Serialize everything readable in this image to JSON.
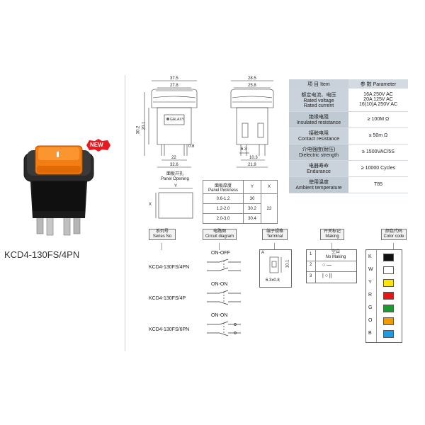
{
  "product": {
    "model": "KCD4-130FS/4PN",
    "badge": "NEW"
  },
  "dimensions": {
    "front_top_outer": "37.5",
    "front_top_inner": "27.8",
    "front_height": "30.2",
    "front_body_height": "20.1",
    "front_pin_gap": "0.8",
    "front_base": "22",
    "front_base_outer": "32.6",
    "side_top_outer": "28.5",
    "side_top_inner": "25.8",
    "side_pin": "6.3",
    "side_base": "10.3",
    "side_base_outer": "21.9",
    "logo_text": "GALAXY"
  },
  "panel_opening": {
    "title_cn": "面板开孔",
    "title_en": "Panel Opening",
    "y_label": "Y",
    "x_label": "X"
  },
  "panel_table": {
    "header_cn": "面板厚度",
    "header_en": "Panel thickness",
    "col_y": "Y",
    "col_x": "X",
    "rows": [
      {
        "thickness": "0.6-1.2",
        "y": "30"
      },
      {
        "thickness": "1.2-2.0",
        "y": "30.2"
      },
      {
        "thickness": "2.0-3.0",
        "y": "30.4"
      }
    ],
    "x_value": "22"
  },
  "spec_table": {
    "item_header": "项 目  Item",
    "param_header": "参 数  Parameter",
    "rows": [
      {
        "label_cn": "额定电流、电压",
        "label_en": [
          "Rated voltage",
          "Rated current"
        ],
        "values": [
          "16A 250V AC",
          "20A 125V AC",
          "16(10)A 250V AC"
        ]
      },
      {
        "label_cn": "绝缘电阻",
        "label_en": [
          "Insulated resistance"
        ],
        "values": [
          "≥ 100M Ω"
        ]
      },
      {
        "label_cn": "接触电阻",
        "label_en": [
          "Contact resistance"
        ],
        "values": [
          "≤ 50m Ω"
        ]
      },
      {
        "label_cn": "介电强度(耐压)",
        "label_en": [
          "Dielectric strength"
        ],
        "values": [
          "≥ 1500VAC/5S"
        ]
      },
      {
        "label_cn": "电器寿命",
        "label_en": [
          "Endurance"
        ],
        "values": [
          "≥ 10000 Cycles"
        ]
      },
      {
        "label_cn": "使用温度",
        "label_en": [
          "Ambient temperature"
        ],
        "values": [
          "T85"
        ]
      }
    ]
  },
  "bottom_headers": {
    "series": {
      "cn": "系列号",
      "en": "Series No"
    },
    "circuit": {
      "cn": "电路图",
      "en": "Circuit diagram"
    },
    "terminal": {
      "cn": "端子规格",
      "en": "Terminal"
    },
    "making": {
      "cn": "开关标记",
      "en": "Making"
    },
    "color": {
      "cn": "颜色代码",
      "en": "Color code"
    }
  },
  "series": [
    {
      "name": "KCD4-130FS/4PN",
      "circuit": "ON-OFF"
    },
    {
      "name": "KCD4-130FS/4P",
      "circuit": "ON-ON"
    },
    {
      "name": "KCD4-130FS/6PN",
      "circuit": "ON-ON"
    }
  ],
  "terminal": {
    "code": "A",
    "size": "6.3x0.8",
    "dim": "10.1"
  },
  "making": {
    "rows": [
      {
        "num": "1",
        "cn": "空白",
        "en": "No Making"
      },
      {
        "num": "2",
        "symbol": "○  —"
      },
      {
        "num": "3",
        "symbol": "|  ○  ||"
      }
    ]
  },
  "colors": {
    "items": [
      {
        "code": "K",
        "hex": "#111111"
      },
      {
        "code": "W",
        "hex": "#ffffff"
      },
      {
        "code": "Y",
        "hex": "#ffe600"
      },
      {
        "code": "R",
        "hex": "#e3161b"
      },
      {
        "code": "G",
        "hex": "#1a9a2f"
      },
      {
        "code": "O",
        "hex": "#f39a00"
      },
      {
        "code": "B",
        "hex": "#1e9ae0"
      }
    ]
  }
}
